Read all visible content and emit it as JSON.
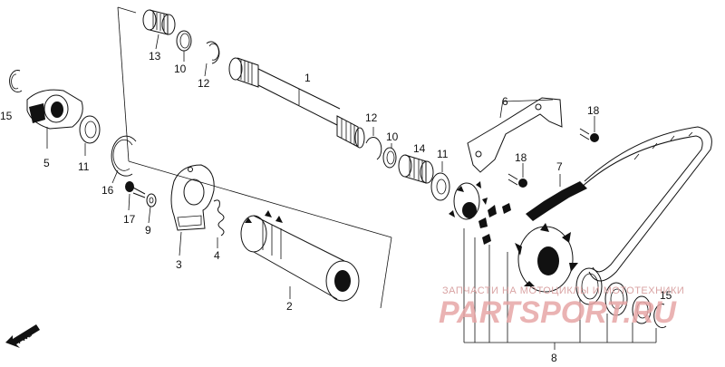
{
  "diagram": {
    "parts": [
      {
        "id": "p1",
        "number": "1"
      },
      {
        "id": "p2",
        "number": "2"
      },
      {
        "id": "p3",
        "number": "3"
      },
      {
        "id": "p4",
        "number": "4"
      },
      {
        "id": "p5",
        "number": "5"
      },
      {
        "id": "p6",
        "number": "6"
      },
      {
        "id": "p7",
        "number": "7"
      },
      {
        "id": "p8",
        "number": "8"
      },
      {
        "id": "p9",
        "number": "9"
      },
      {
        "id": "p10a",
        "number": "10"
      },
      {
        "id": "p10b",
        "number": "10"
      },
      {
        "id": "p11a",
        "number": "11"
      },
      {
        "id": "p11b",
        "number": "11"
      },
      {
        "id": "p12a",
        "number": "12"
      },
      {
        "id": "p12b",
        "number": "12"
      },
      {
        "id": "p13",
        "number": "13"
      },
      {
        "id": "p14",
        "number": "14"
      },
      {
        "id": "p15a",
        "number": "15"
      },
      {
        "id": "p15b",
        "number": "15"
      },
      {
        "id": "p16",
        "number": "16"
      },
      {
        "id": "p17",
        "number": "17"
      },
      {
        "id": "p18a",
        "number": "18"
      },
      {
        "id": "p18b",
        "number": "18"
      }
    ],
    "direction_label": "FWD"
  },
  "watermark": {
    "caption": "ЗАПЧАСТИ НА МОТОЦИКЛЫ И МОТОТЕХНИКИ",
    "logo": "PARTSPORT.RU"
  }
}
